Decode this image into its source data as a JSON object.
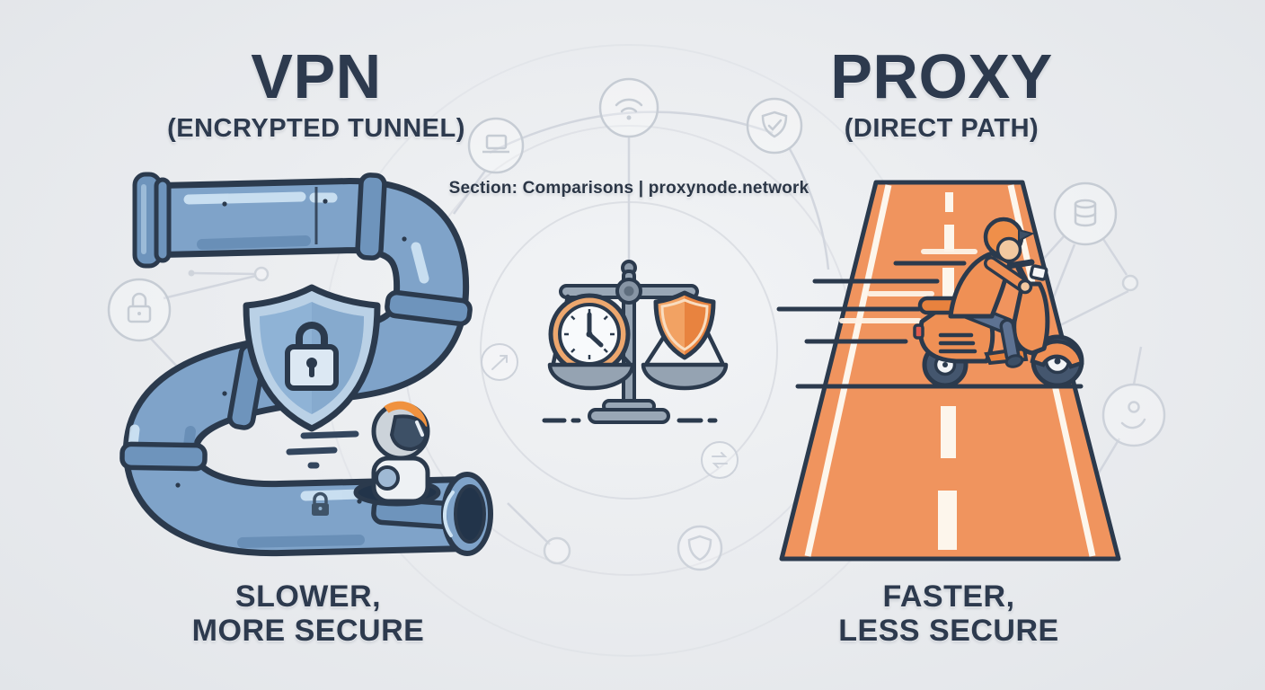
{
  "header": {
    "source_line": "Section: Comparisons | proxynode.network"
  },
  "vpn": {
    "title": "VPN",
    "subtitle": "(ENCRYPTED TUNNEL)",
    "caption_line1": "SLOWER,",
    "caption_line2": "MORE SECURE"
  },
  "proxy": {
    "title": "PROXY",
    "subtitle": "(DIRECT PATH)",
    "caption_line1": "FASTER,",
    "caption_line2": "LESS SECURE"
  },
  "colors": {
    "ink": "#2d3a4e",
    "background": "#e9ebee",
    "pipe_blue": "#7fa3c9",
    "pipe_outline": "#2b3a4d",
    "road_orange": "#f0945e",
    "shield_orange": "#f09a5a",
    "deco_gray": "#d3d8df"
  },
  "icons": {
    "background": [
      "laptop-icon",
      "wifi-icon",
      "shield-check-icon",
      "padlock-icon",
      "database-icon",
      "hand-icon",
      "shield-outline-icon",
      "transfer-arrows-icon",
      "arrow-node-icon",
      "network-node-icon"
    ],
    "left_illustration": [
      "shield-lock-icon",
      "padlock-glyph-icon",
      "robot-courier",
      "speed-dashes"
    ],
    "center_illustration": [
      "balance-scale",
      "clock-icon",
      "shield-icon"
    ],
    "right_illustration": [
      "road",
      "scooter-rider",
      "speed-lines"
    ]
  }
}
